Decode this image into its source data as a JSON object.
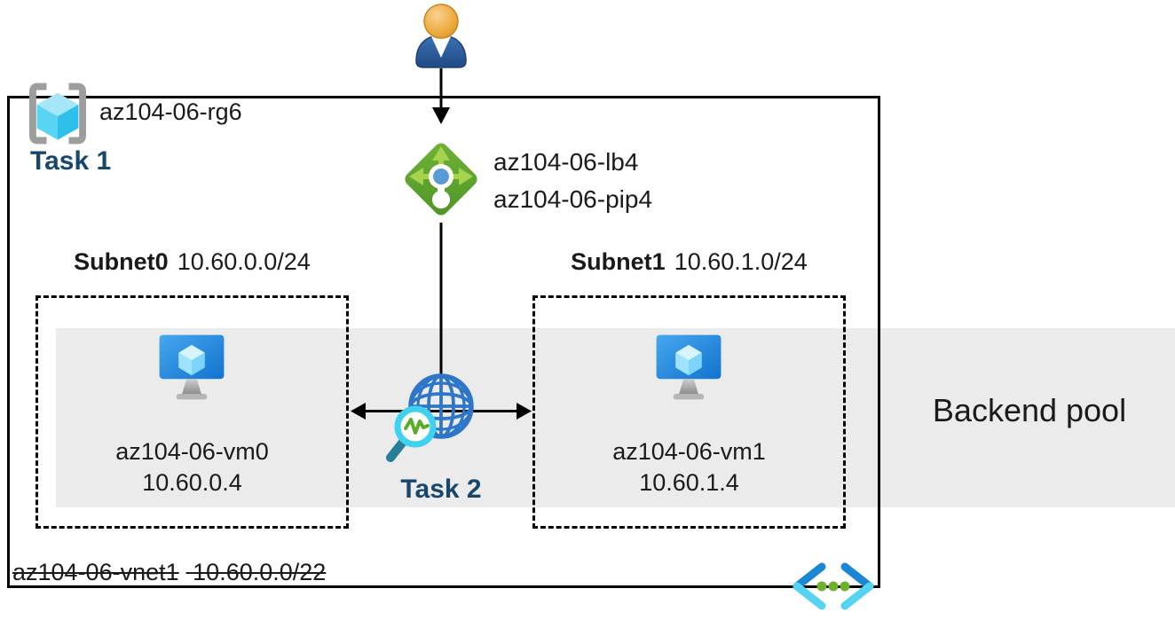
{
  "resource_group": {
    "name": "az104-06-rg6",
    "task_label": "Task 1"
  },
  "load_balancer": {
    "name": "az104-06-lb4",
    "public_ip": "az104-06-pip4"
  },
  "probe": {
    "task_label": "Task 2"
  },
  "subnets": [
    {
      "name": "Subnet0",
      "cidr": "10.60.0.0/24",
      "vm_name": "az104-06-vm0",
      "vm_ip": "10.60.0.4"
    },
    {
      "name": "Subnet1",
      "cidr": "10.60.1.0/24",
      "vm_name": "az104-06-vm1",
      "vm_ip": "10.60.1.4"
    }
  ],
  "backend_pool_label": "Backend pool",
  "vnet": {
    "name": "az104-06-vnet1",
    "cidr": "10.60.0.0/22"
  },
  "icons": {
    "user": "user-icon",
    "resource_group": "resource-group-icon",
    "load_balancer": "load-balancer-icon",
    "virtual_machine": "virtual-machine-icon",
    "health_probe_globe": "globe-magnifier-icon",
    "virtual_network": "virtual-network-icon"
  },
  "colors": {
    "task_text": "#17466e",
    "band": "#ebebeb",
    "lb_green": "#5aa32c",
    "lb_arrow_green": "#a6d34d",
    "globe_blue": "#2e76c8",
    "vm_blue": "#1173cd",
    "magnifier_cyan": "#3fd2f0",
    "pulse_green": "#58ad28",
    "vnet_bracket_blue": "#1b86d3",
    "vnet_bracket_cyan": "#54d4f2",
    "vnet_dot_green": "#6fb02c"
  }
}
